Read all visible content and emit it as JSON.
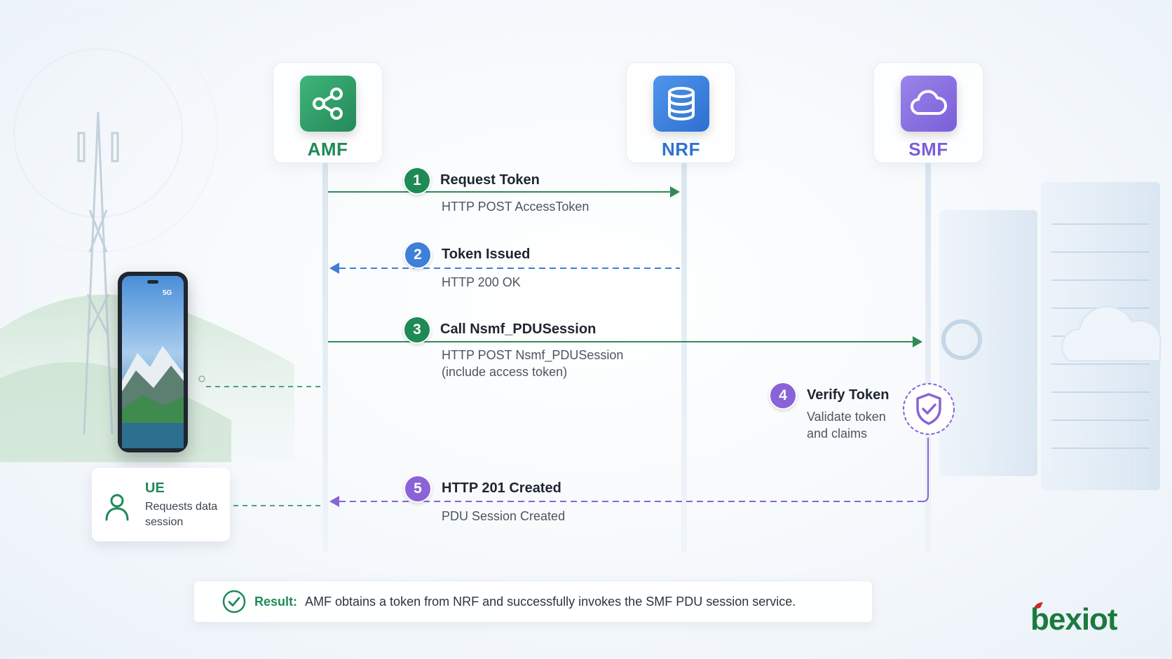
{
  "colors": {
    "amf": "#2e9e68",
    "nrf": "#3b82e0",
    "smf": "#8a6fe0",
    "step_green": "#1f8a56",
    "step_blue": "#3d7fd9",
    "step_purple": "#8a63d6",
    "brand_green": "#1b7a3e",
    "brand_red": "#d0282e"
  },
  "nodes": {
    "amf": {
      "label": "AMF",
      "icon": "share-nodes-icon"
    },
    "nrf": {
      "label": "NRF",
      "icon": "database-icon"
    },
    "smf": {
      "label": "SMF",
      "icon": "cloud-icon"
    }
  },
  "steps": [
    {
      "num": "1",
      "title": "Request Token",
      "sub": [
        "HTTP POST AccessToken"
      ]
    },
    {
      "num": "2",
      "title": "Token Issued",
      "sub": [
        "HTTP 200 OK"
      ]
    },
    {
      "num": "3",
      "title": "Call Nsmf_PDUSession",
      "sub": [
        "HTTP POST Nsmf_PDUSession",
        "(include access token)"
      ]
    },
    {
      "num": "4",
      "title": "Verify Token",
      "sub": [
        "Validate token",
        "and claims"
      ]
    },
    {
      "num": "5",
      "title": "HTTP 201 Created",
      "sub": [
        "PDU Session Created"
      ]
    }
  ],
  "ue": {
    "title": "UE",
    "desc": [
      "Requests data",
      "session"
    ],
    "icon": "user-icon"
  },
  "phone": {
    "status": "5G"
  },
  "result": {
    "label": "Result:",
    "text": "AMF obtains a token from NRF and successfully invokes the SMF PDU session service.",
    "icon": "check-circle-icon"
  },
  "logo": {
    "text": "bexiot"
  }
}
